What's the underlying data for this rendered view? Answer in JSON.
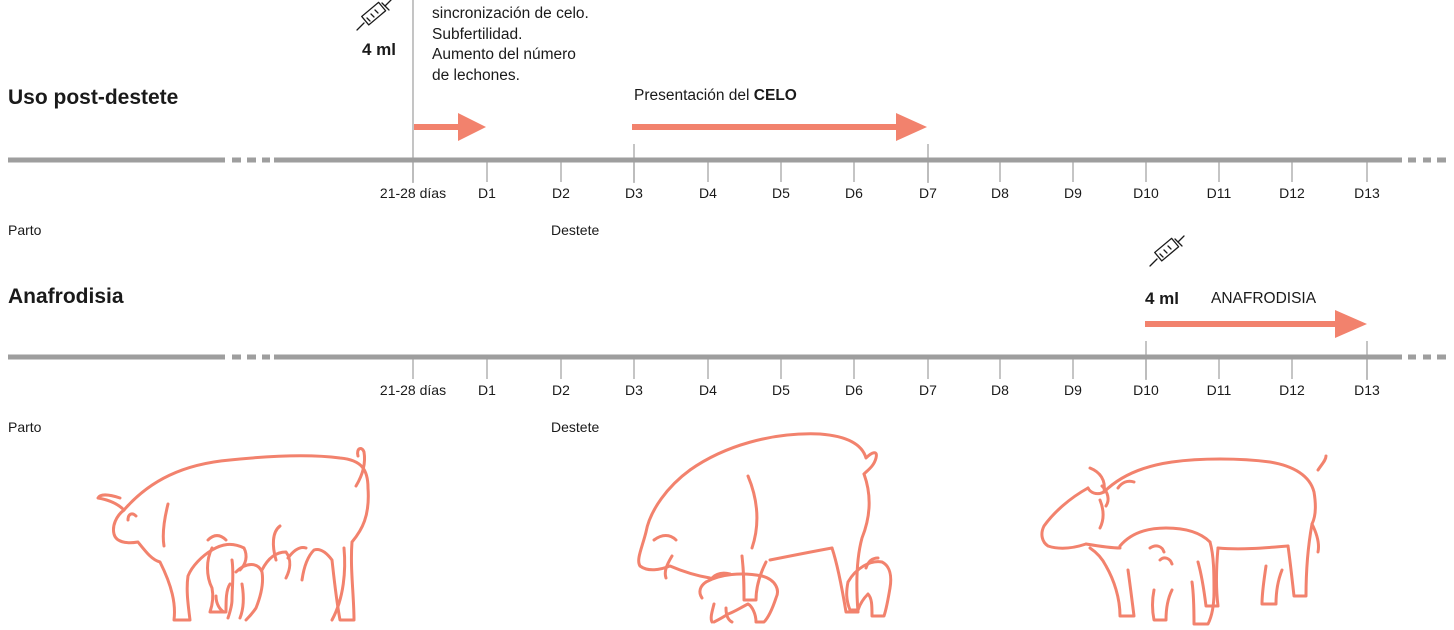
{
  "colors": {
    "accent": "#f2826d",
    "line": "#9e9e9e",
    "text": "#1a1a1a"
  },
  "ticks": [
    "21-28 días",
    "D1",
    "D2",
    "D3",
    "D4",
    "D5",
    "D6",
    "D7",
    "D8",
    "D9",
    "D10",
    "D11",
    "D12",
    "D13"
  ],
  "sections": [
    {
      "title": "Uso post-destete",
      "dose": "4 ml",
      "icon": "syringe-icon",
      "note_lines": [
        "sincronización de celo.",
        "Subfertilidad.",
        "Aumento del número",
        "de lechones."
      ],
      "arrow_label": "Presentación del ",
      "arrow_label_bold": "CELO",
      "start_label": "Parto",
      "mid_label": "Destete"
    },
    {
      "title": "Anafrodisia",
      "dose": "4 ml",
      "icon": "syringe-icon",
      "arrow_label": "ANAFRODISIA",
      "start_label": "Parto",
      "mid_label": "Destete"
    }
  ],
  "illustrations": [
    "sow-nursing-piglets-icon",
    "sow-with-piglets-icon",
    "two-pigs-icon"
  ]
}
